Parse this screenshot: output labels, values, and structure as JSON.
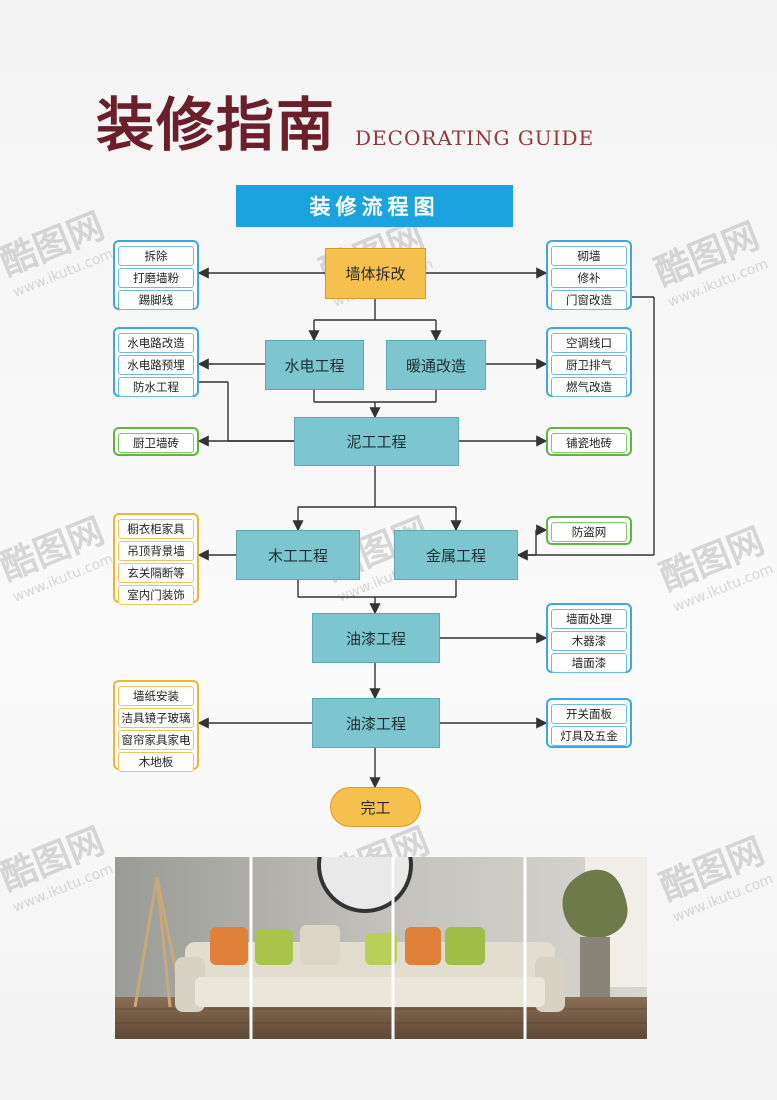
{
  "title": {
    "cn": "装修指南",
    "en": "DECORATING GUIDE"
  },
  "banner": "装修流程图",
  "nodes": {
    "wall": "墙体拆改",
    "plumbing": "水电工程",
    "hvac": "暖通改造",
    "masonry": "泥工工程",
    "carpentry": "木工工程",
    "metal": "金属工程",
    "paint1": "油漆工程",
    "paint2": "油漆工程",
    "done": "完工"
  },
  "groups": {
    "demolish": [
      "拆除",
      "打磨墙粉",
      "踢脚线"
    ],
    "build": [
      "砌墙",
      "修补",
      "门窗改造"
    ],
    "electric": [
      "水电路改造",
      "水电路预埋",
      "防水工程"
    ],
    "hvac_items": [
      "空调线口",
      "厨卫排气",
      "燃气改造"
    ],
    "kitchen_tile": [
      "厨卫墙砖"
    ],
    "floor_tile": [
      "铺瓷地砖"
    ],
    "woodwork": [
      "橱衣柜家具",
      "吊顶背景墙",
      "玄关隔断等",
      "室内门装饰"
    ],
    "security": [
      "防盗网"
    ],
    "paint_items": [
      "墙面处理",
      "木器漆",
      "墙面漆"
    ],
    "install": [
      "墙纸安装",
      "洁具镜子玻璃",
      "窗帘家具家电",
      "木地板"
    ],
    "switches": [
      "开关面板",
      "灯具及五金"
    ]
  },
  "watermark": {
    "brand": "酷图网",
    "url": "www.ikutu.com"
  },
  "colors": {
    "title": "#6b1f2b",
    "banner": "#1aa3dc",
    "node": "#7dc6cf",
    "accent": "#f5c04e"
  }
}
